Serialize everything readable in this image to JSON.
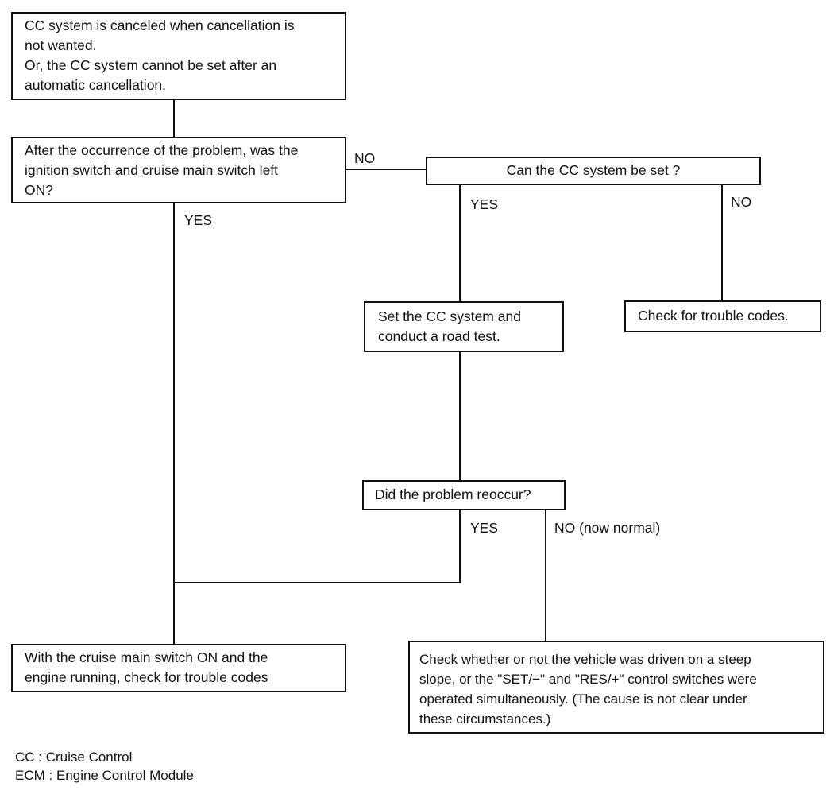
{
  "flowchart": {
    "start_box": {
      "lines": [
        "CC system is canceled when cancellation is",
        "not wanted.",
        "Or, the CC system cannot be set after an",
        "automatic cancellation."
      ]
    },
    "q_switch_left_on": {
      "lines": [
        "After the occurrence of the problem, was the",
        "ignition switch and cruise main switch left",
        "ON?"
      ]
    },
    "q_can_set": {
      "lines": [
        "Can the CC system be set ?"
      ]
    },
    "check_trouble_codes": {
      "lines": [
        "Check for trouble codes."
      ]
    },
    "set_and_road_test": {
      "lines": [
        "Set the CC system and",
        "conduct a road test."
      ]
    },
    "q_reoccur": {
      "lines": [
        "Did the problem reoccur?"
      ]
    },
    "check_with_engine_running": {
      "lines": [
        "With the cruise main switch ON and the",
        "engine running, check for trouble codes"
      ]
    },
    "check_slope_or_switches": {
      "lines": [
        "Check whether or not the vehicle was driven on a steep",
        "slope, or the \"SET/−\" and \"RES/+\" control switches were",
        "operated simultaneously. (The cause is not clear under",
        "these circumstances.)"
      ]
    },
    "labels": {
      "q1_no": "NO",
      "q1_yes": "YES",
      "q2_yes": "YES",
      "q2_no": "NO",
      "q3_yes": "YES",
      "q3_no": "NO (now normal)"
    }
  },
  "legend": {
    "lines": [
      "CC : Cruise Control",
      "ECM : Engine Control Module"
    ]
  }
}
